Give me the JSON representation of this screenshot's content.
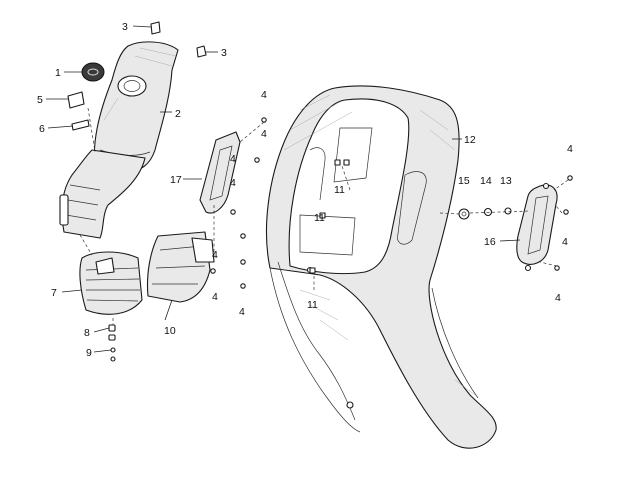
{
  "callouts": {
    "c1": "1",
    "c2": "2",
    "c3a": "3",
    "c3b": "3",
    "c4a": "4",
    "c4b": "4",
    "c4c": "4",
    "c4d": "4",
    "c4e": "4",
    "c4f": "4",
    "c4g": "4",
    "c4h": "4",
    "c4i": "4",
    "c4j": "4",
    "c5": "5",
    "c6": "6",
    "c7": "7",
    "c8": "8",
    "c9": "9",
    "c10": "10",
    "c11a": "11",
    "c11b": "11",
    "c11c": "11",
    "c12": "12",
    "c13": "13",
    "c14": "14",
    "c15": "15",
    "c16": "16",
    "c17": "17"
  },
  "colors": {
    "line": "#1a1a1a",
    "panel_fill": "#e9e9e9",
    "badge": "#3a3a3a"
  }
}
